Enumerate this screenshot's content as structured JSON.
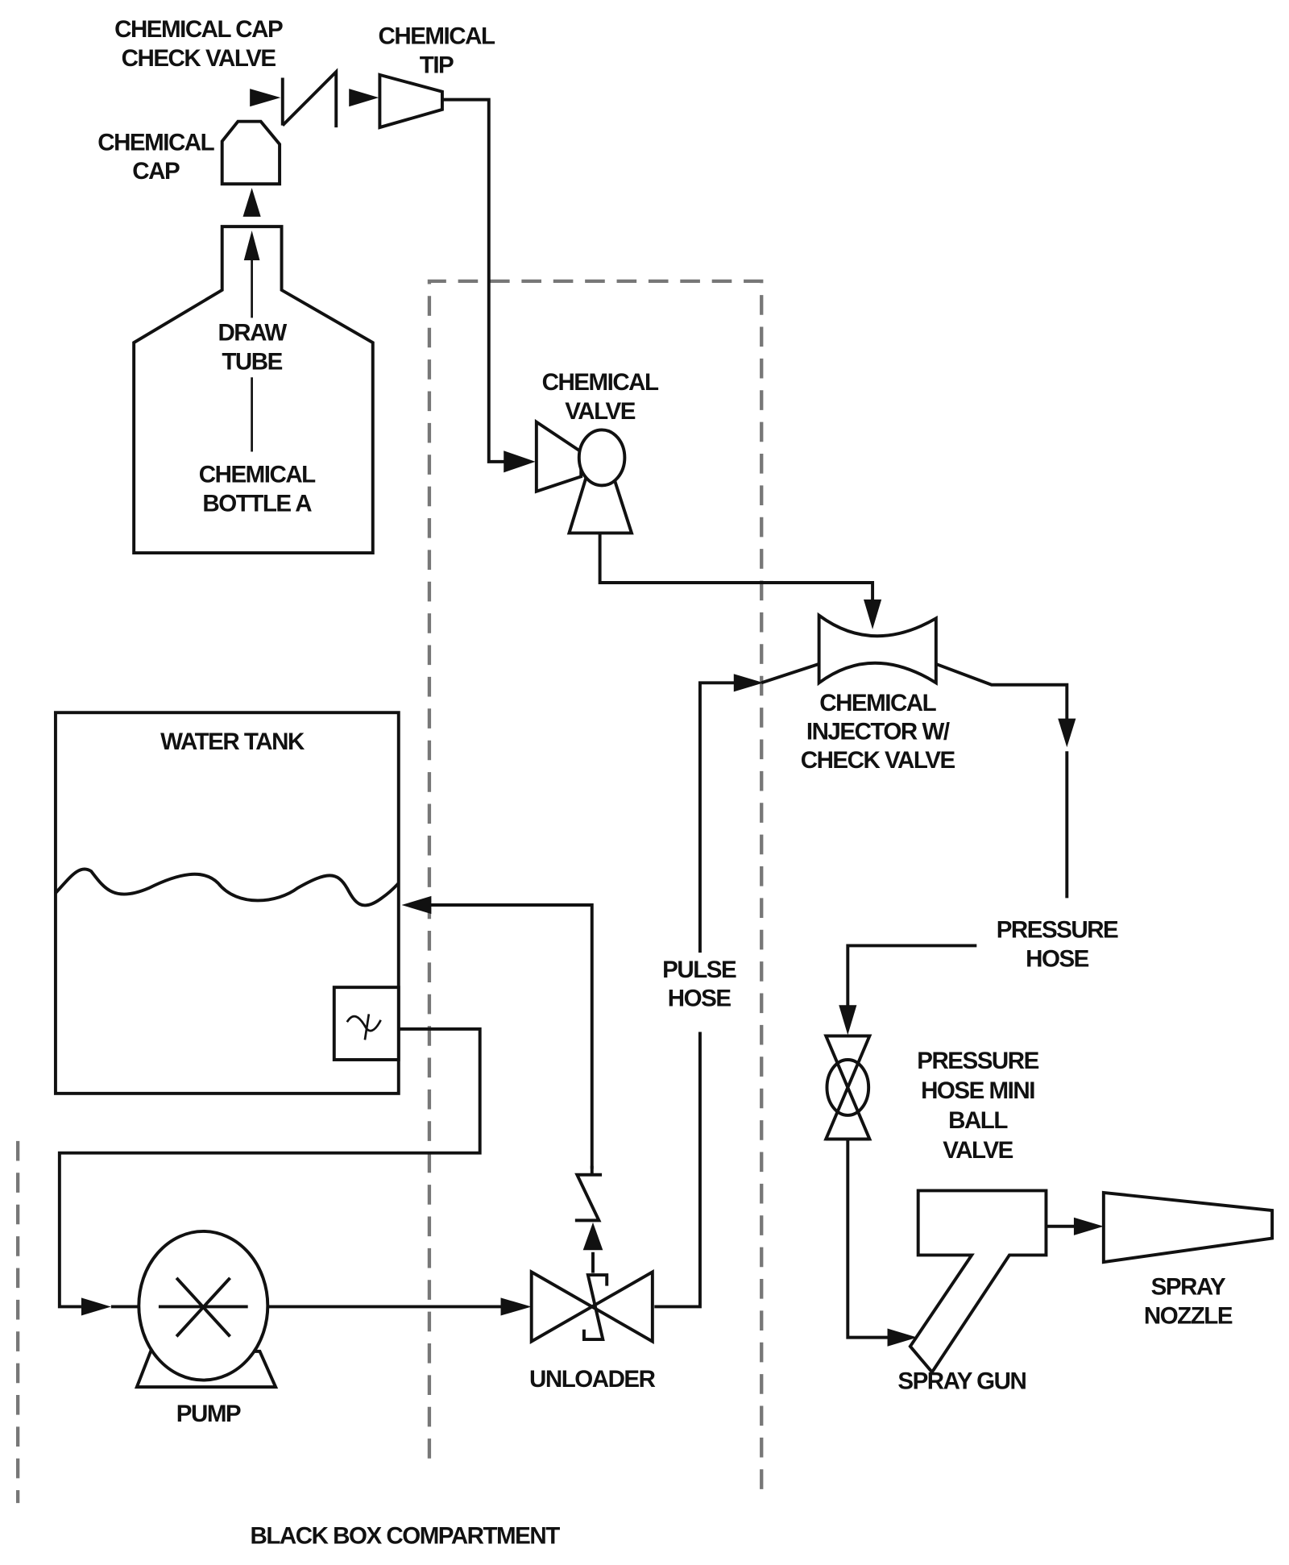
{
  "diagram": {
    "type": "flow-schematic",
    "colors": {
      "line": "#111111",
      "compartment_border": "#777777",
      "background": "#ffffff"
    },
    "compartment_label": "BLACK BOX COMPARTMENT",
    "components": {
      "chemical_cap_check_valve": {
        "lines": [
          "CHEMICAL CAP",
          "CHECK VALVE"
        ]
      },
      "chemical_tip": {
        "lines": [
          "CHEMICAL",
          "TIP"
        ]
      },
      "chemical_cap": {
        "lines": [
          "CHEMICAL",
          "CAP"
        ]
      },
      "draw_tube": {
        "lines": [
          "DRAW",
          "TUBE"
        ]
      },
      "chemical_bottle": {
        "lines": [
          "CHEMICAL",
          "BOTTLE A"
        ]
      },
      "chemical_valve": {
        "lines": [
          "CHEMICAL",
          "VALVE"
        ]
      },
      "chemical_injector": {
        "lines": [
          "CHEMICAL",
          "INJECTOR W/",
          "CHECK VALVE"
        ]
      },
      "water_tank": {
        "lines": [
          "WATER TANK"
        ]
      },
      "pulse_hose": {
        "lines": [
          "PULSE",
          "HOSE"
        ]
      },
      "pressure_hose": {
        "lines": [
          "PRESSURE",
          "HOSE"
        ]
      },
      "ball_valve": {
        "lines": [
          "PRESSURE",
          "HOSE MINI",
          "BALL",
          "VALVE"
        ]
      },
      "spray_nozzle": {
        "lines": [
          "SPRAY",
          "NOZZLE"
        ]
      },
      "pump": {
        "lines": [
          "PUMP"
        ]
      },
      "unloader": {
        "lines": [
          "UNLOADER"
        ]
      },
      "spray_gun": {
        "lines": [
          "SPRAY GUN"
        ]
      }
    },
    "flow": [
      [
        "chemical_bottle",
        "draw_tube",
        "chemical_cap",
        "chemical_cap_check_valve",
        "chemical_tip",
        "chemical_valve",
        "chemical_injector"
      ],
      [
        "water_tank",
        "pump",
        "unloader",
        "pulse_hose",
        "chemical_injector",
        "pressure_hose",
        "ball_valve",
        "spray_gun",
        "spray_nozzle"
      ],
      [
        "unloader",
        "water_tank"
      ]
    ]
  }
}
